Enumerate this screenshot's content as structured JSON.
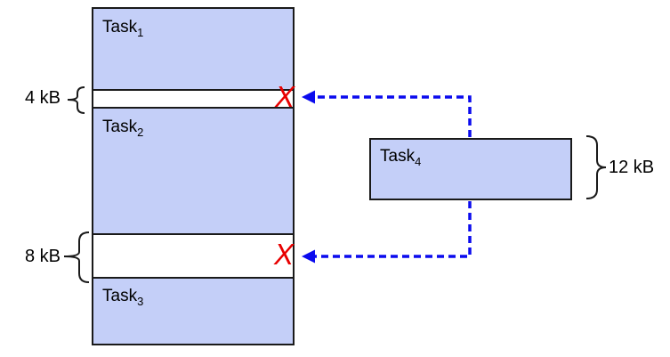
{
  "diagram": {
    "memory_column": {
      "task1": {
        "name": "Task",
        "sub": "1"
      },
      "gap1": {
        "size_label": "4 kB"
      },
      "task2": {
        "name": "Task",
        "sub": "2"
      },
      "gap2": {
        "size_label": "8 kB"
      },
      "task3": {
        "name": "Task",
        "sub": "3"
      }
    },
    "pending_task": {
      "name": "Task",
      "sub": "4",
      "size_label": "12 kB"
    },
    "reject_mark": "X",
    "colors": {
      "task_fill": "#c4cff8",
      "outline": "#1a1a1a",
      "arrow_blue": "#0b0bee",
      "reject_red": "#e80000"
    }
  }
}
